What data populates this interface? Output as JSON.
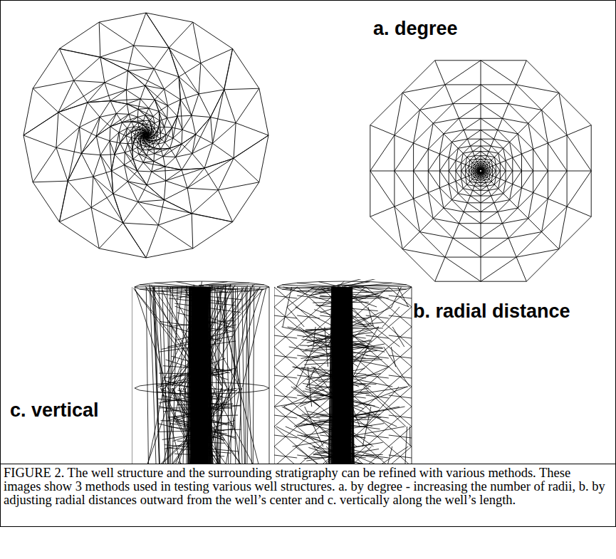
{
  "diagram": {
    "caption": "FIGURE 2. The well structure and the surrounding stratigraphy can be refined with various methods. These images show 3 methods used in testing various well structures. a. by degree - increasing the number of radii, b. by adjusting radial distances outward from the well’s center and c. vertically along the well’s length.",
    "labels": [
      "a. degree",
      "b. radial distance",
      "c. vertical"
    ]
  }
}
